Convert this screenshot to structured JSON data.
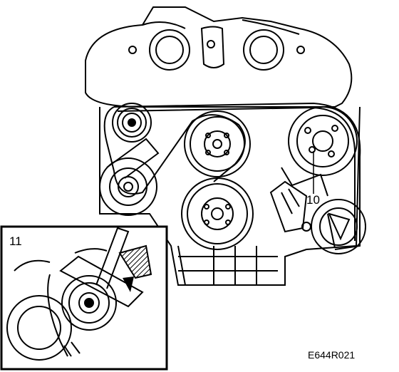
{
  "callouts": {
    "belt_tensioner_marker": "10",
    "detail_inset_number": "11"
  },
  "figure": {
    "code": "E644R021"
  },
  "colors": {
    "line": "#000000",
    "background": "#ffffff",
    "hatch": "#222222"
  }
}
